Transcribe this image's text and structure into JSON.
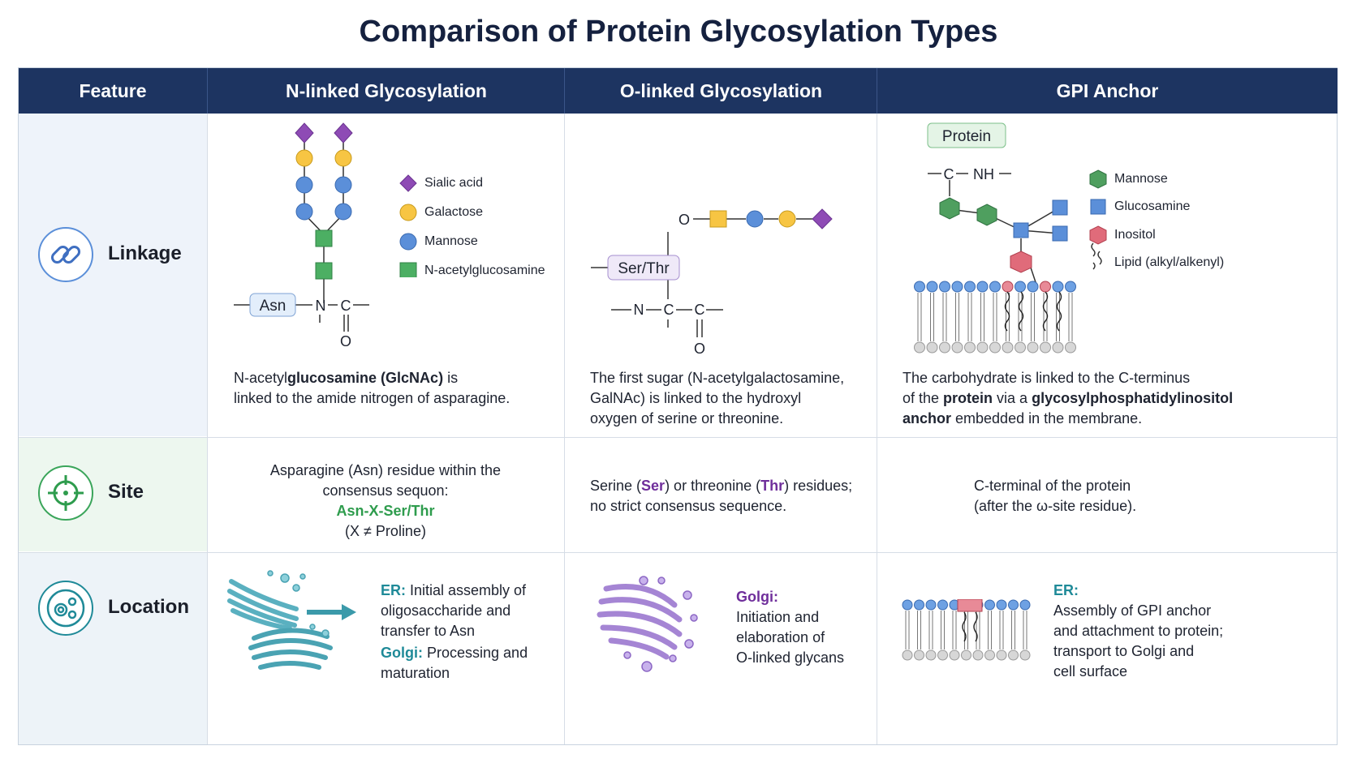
{
  "title": "Comparison of Protein Glycosylation Types",
  "headers": {
    "feature": "Feature",
    "n_linked": "N-linked Glycosylation",
    "o_linked": "O-linked Glycosylation",
    "gpi": "GPI Anchor"
  },
  "rows": {
    "linkage": "Linkage",
    "site": "Site",
    "location": "Location"
  },
  "n_legend": {
    "sialic": "Sialic acid",
    "galactose": "Galactose",
    "mannose": "Mannose",
    "glcnac": "N-acetylglucosamine"
  },
  "gpi_legend": {
    "mannose": "Mannose",
    "glucosamine": "Glucosamine",
    "inositol": "Inositol",
    "lipid": "Lipid (alkyl/alkenyl)"
  },
  "diagram_labels": {
    "asn": "Asn",
    "ser_thr": "Ser/Thr",
    "protein": "Protein",
    "n": "N",
    "c": "C",
    "o": "O",
    "nh": "NH"
  },
  "linkage": {
    "n_text_1a": "N-acetyl",
    "n_text_1b": "glucosamine (GlcNAc)",
    "n_text_1c": " is",
    "n_text_2": "linked to the amide nitrogen of asparagine.",
    "o_text_1": "The first sugar (N-acetylgalactosamine,",
    "o_text_2": "GalNAc) is linked to the hydroxyl",
    "o_text_3": "oxygen of serine or threonine.",
    "g_text_1": "The carbohydrate is linked to the C-terminus",
    "g_text_2a": "of the ",
    "g_text_2b": "protein",
    "g_text_2c": " via a ",
    "g_text_2d": "glycosylphosphatidylinositol",
    "g_text_3a": "anchor",
    "g_text_3b": " embedded in the membrane."
  },
  "site": {
    "n_line1": "Asparagine (Asn) residue within the",
    "n_line2": "consensus sequon:",
    "n_line3": "Asn-X-Ser/Thr",
    "n_line4": "(X ≠ Proline)",
    "o_line1a": "Serine (",
    "o_ser": "Ser",
    "o_line1b": ") or threonine (",
    "o_thr": "Thr",
    "o_line1c": ") residues;",
    "o_line2": "no strict consensus sequence.",
    "g_line1": "C-terminal of the protein",
    "g_line2": "(after the ω-site residue)."
  },
  "location": {
    "n_er_label": "ER:",
    "n_er_1": " Initial assembly of",
    "n_er_2": "oligosaccharide and",
    "n_er_3": "transfer to Asn",
    "n_golgi_label": "Golgi:",
    "n_golgi_1": " Processing and",
    "n_golgi_2": "maturation",
    "o_golgi_label": "Golgi:",
    "o_1": "Initiation and",
    "o_2": "elaboration of",
    "o_3": "O-linked glycans",
    "g_er_label": "ER:",
    "g_1": "Assembly of GPI anchor",
    "g_2": "and attachment to protein;",
    "g_3": "transport to Golgi and",
    "g_4": "cell surface"
  },
  "colors": {
    "header_bg": "#1d3461",
    "sialic": "#8e4bb5",
    "galactose": "#f7c543",
    "mannose": "#5b8fd9",
    "glcnac": "#4caf63",
    "gpi_mannose": "#4f9f5f",
    "glucosamine": "#5b8fd9",
    "inositol": "#e06b7a",
    "accent_green": "#2e9c4d",
    "accent_purple": "#6f2e9b",
    "accent_teal": "#1f8a98"
  }
}
